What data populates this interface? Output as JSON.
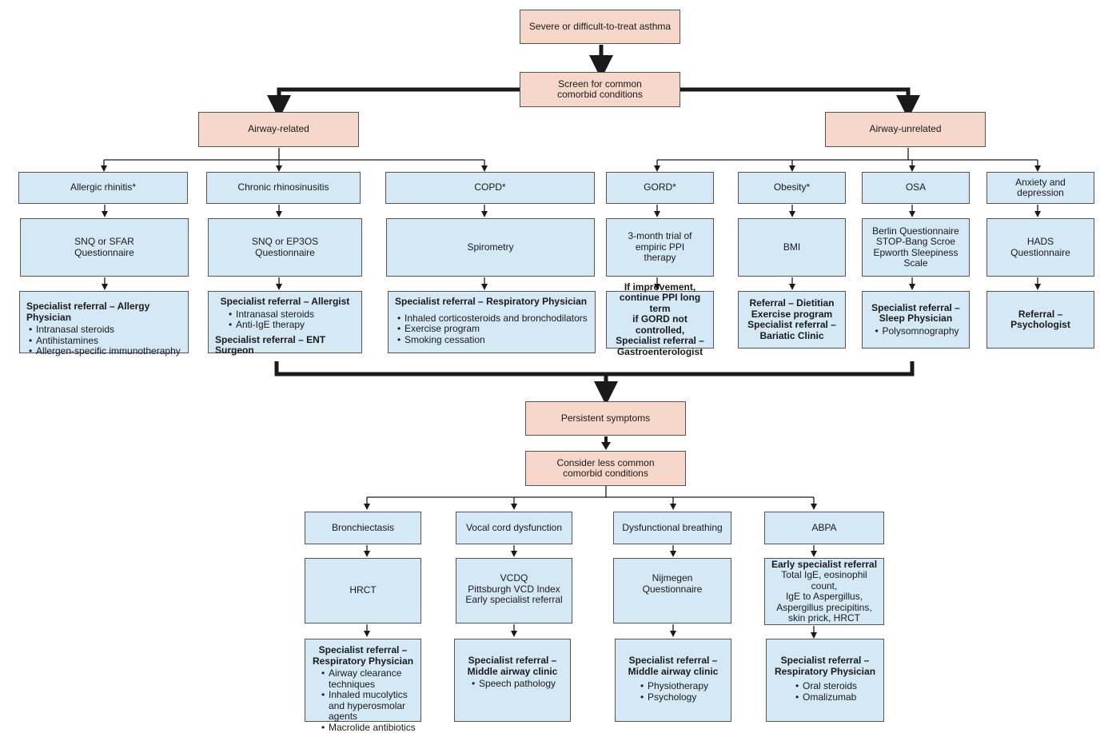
{
  "top": {
    "severe": "Severe or difficult-to-treat asthma",
    "screen": [
      "Screen for common",
      "comorbid conditions"
    ],
    "airway_related": "Airway-related",
    "airway_unrelated": "Airway-unrelated"
  },
  "conditions": {
    "allergic_rhinitis": {
      "title": "Allergic rhinitis*",
      "test": [
        "SNQ or SFAR",
        "Questionnaire"
      ],
      "referral": "Specialist referral – Allergy Physician",
      "items": [
        "Intranasal steroids",
        "Antihistamines",
        "Allergen-specific immunotheraphy"
      ]
    },
    "chronic_rhinosinusitis": {
      "title": "Chronic rhinosinusitis",
      "test": [
        "SNQ or EP3OS",
        "Questionnaire"
      ],
      "referral": "Specialist referral – Allergist",
      "items": [
        "Intranasal steroids",
        "Anti-IgE therapy"
      ],
      "referral2": "Specialist referral – ENT Surgeon"
    },
    "copd": {
      "title": "COPD*",
      "test": "Spirometry",
      "referral": "Specialist referral – Respiratory Physician",
      "items": [
        "Inhaled corticosteroids and bronchodilators",
        "Exercise program",
        "Smoking cessation"
      ]
    },
    "gord": {
      "title": "GORD*",
      "test": [
        "3-month trial of",
        "empiric PPI",
        "therapy"
      ],
      "referral": [
        "If improvement,",
        "continue PPI long term",
        "if GORD not controlled,",
        "Specialist referral –",
        "Gastroenterologist"
      ]
    },
    "obesity": {
      "title": "Obesity*",
      "test": "BMI",
      "referral": [
        "Referral – Dietitian",
        "Exercise program",
        "Specialist referral –",
        "Bariatic Clinic"
      ]
    },
    "osa": {
      "title": "OSA",
      "test": [
        "Berlin Questionnaire",
        "STOP-Bang Scroe",
        "Epworth Sleepiness",
        "Scale"
      ],
      "referral": [
        "Specialist referral –",
        "Sleep Physician"
      ],
      "items": [
        "Polysomnography"
      ]
    },
    "anxiety": {
      "title": "Anxiety and depression",
      "test": [
        "HADS",
        "Questionnaire"
      ],
      "referral": [
        "Referral –",
        "Psychologist"
      ]
    }
  },
  "middle": {
    "persistent": "Persistent symptoms",
    "consider": [
      "Consider less common",
      "comorbid conditions"
    ]
  },
  "less_common": {
    "bronchiectasis": {
      "title": "Bronchiectasis",
      "test": "HRCT",
      "referral": [
        "Specialist referral –",
        "Respiratory Physician"
      ],
      "items": [
        "Airway clearance techniques",
        "Inhaled mucolytics and hyperosmolar agents",
        "Macrolide antibiotics"
      ]
    },
    "vcd": {
      "title": "Vocal cord dysfunction",
      "test": [
        "VCDQ",
        "Pittsburgh VCD Index",
        "Early specialist referral"
      ],
      "referral": [
        "Specialist referral –",
        "Middle airway clinic"
      ],
      "items": [
        "Speech pathology"
      ]
    },
    "dysfunctional": {
      "title": "Dysfunctional breathing",
      "test": [
        "Nijmegen",
        "Questionnaire"
      ],
      "referral": [
        "Specialist referral –",
        "Middle airway clinic"
      ],
      "items": [
        "Physiotherapy",
        "Psychology"
      ]
    },
    "abpa": {
      "title": "ABPA",
      "test_head": "Early specialist referral",
      "test": [
        "Total IgE, eosinophil count,",
        "IgE to Aspergillus,",
        "Aspergillus precipitins,",
        "skin prick, HRCT"
      ],
      "referral": [
        "Specialist referral –",
        "Respiratory Physician"
      ],
      "items": [
        "Oral steroids",
        "Omalizumab"
      ]
    }
  },
  "colors": {
    "pink": "#f6d7c9",
    "blue": "#d5e8f6",
    "line": "#1a1a1a"
  }
}
